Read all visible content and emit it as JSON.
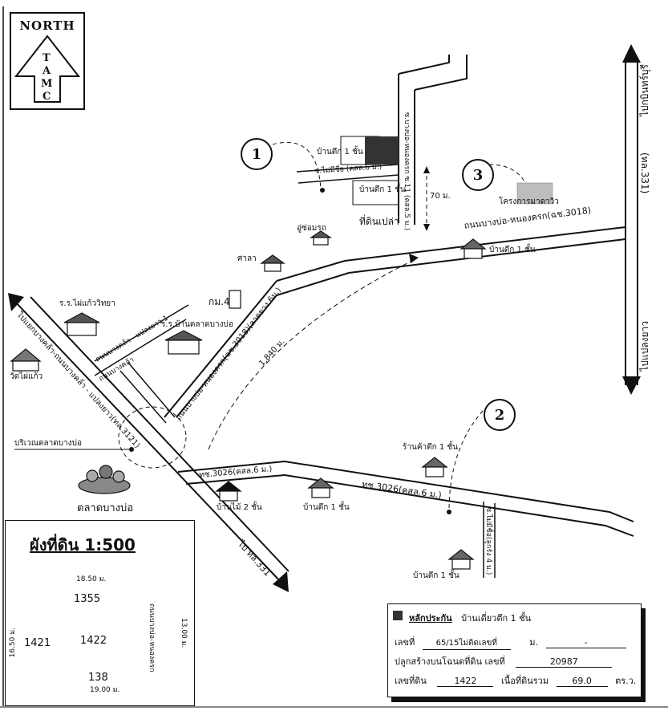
{
  "north": {
    "title": "NORTH",
    "letters": [
      "T",
      "A",
      "M",
      "C"
    ]
  },
  "markers": [
    {
      "number": "1"
    },
    {
      "number": "2"
    },
    {
      "number": "3"
    }
  ],
  "roads": {
    "main_road_top": "ถนนบางบ่อ-หนองครก(ฉช.3018)",
    "main_road_diag": "ถนนบางบ่อ-หนองครก(ฉช.3018)(ลาดยาง 6ม.)",
    "road_3026_a": "ทช.3026(คสล.6 ม.)",
    "road_3026_b": "ทช.3026(คสล.6 ม.)",
    "highway_331_right_top": "ไปกบินทร์บุรี",
    "highway_331_right_mid": "(ทล.331)",
    "highway_331_right_bottom": "ไปแปลงยาว",
    "diag_left_road": "ไปแยกบางคล้า-ถนนบางคล้า - แปลงยาว(ทล.3121)",
    "to_331_bottom": "ไป ทล.331",
    "soi_top": "ซ.บางบ่อ-หนองครก ซ.11 (คสล.5 ม.)",
    "soi_mai_cheu": "ซ.ไม่มีชื่อ (คสล.6 ม.)",
    "soi_right_bottom": "ซ.ไม่มีชื่อ(ลูกรัง 4 ม.)",
    "soi_bangkla": "ถนนบางคล้า - แปลงยาว 1",
    "soi_bangkla_b": "ถนนบางคล้า",
    "distance_70": "70 ม.",
    "distance_1840": "1,840 ม."
  },
  "places": {
    "house_top_1": "บ้านตึก 1 ชั้น",
    "house_top_2": "บ้านตึก 1 ชั้น",
    "empty_land": "ที่ดินเปล่า",
    "repair_shop": "อู่ซ่อมรถ",
    "sala": "ศาลา",
    "km4": "กม.4",
    "project": "โครงการมาดาวิว",
    "house_right": "บ้านตึก 1 ชั้น",
    "school_1": "ร.ร.ไผ่แก้ววิทยา",
    "school_2": "ร.ร.บ้านตลาดบางบ่อ",
    "temple": "วัดไผ่แก้ว",
    "market_area": "บริเวณตลาดบางบ่อ",
    "market": "ตลาดบางบ่อ",
    "wood_house": "บ้านไม้ 2 ชั้น",
    "house_mid": "บ้านตึก 1 ชั้น",
    "shop": "ร้านค้าตึก 1 ชั้น",
    "house_bottom_right": "บ้านตึก 1 ชั้น"
  },
  "plan": {
    "title": "ผังที่ดิน 1:500",
    "top_dim": "18.50 ม.",
    "bottom_dim": "19.00 ม.",
    "left_dim": "16.50 ม.",
    "right_dim": "13.00 ม.",
    "parcel_top": "1355",
    "parcel_left": "1421",
    "parcel_center": "1422",
    "parcel_bottom": "138",
    "right_road": "ถนนบางบ่อ-หนองครก"
  },
  "info": {
    "collateral_label": "หลักประกัน",
    "collateral_value": "บ้านเดี่ยวตึก 1  ชั้น",
    "house_no_label": "เลขที่",
    "house_no_value": "65/15ไม่ติดเลขที่",
    "moo_label": "ม.",
    "moo_value": "-",
    "title_deed_label": "ปลูกสร้างบนโฉนดที่ดิน เลขที่",
    "title_deed_value": "20987",
    "parcel_label": "เลขที่ดิน",
    "parcel_value": "1422",
    "area_label": "เนื้อที่ดินรวม",
    "area_value": "69.0",
    "area_unit": "ตร.ว."
  },
  "colors": {
    "ink": "#111111",
    "target_fill": "#333333",
    "project_fill": "#bdbdbd"
  }
}
